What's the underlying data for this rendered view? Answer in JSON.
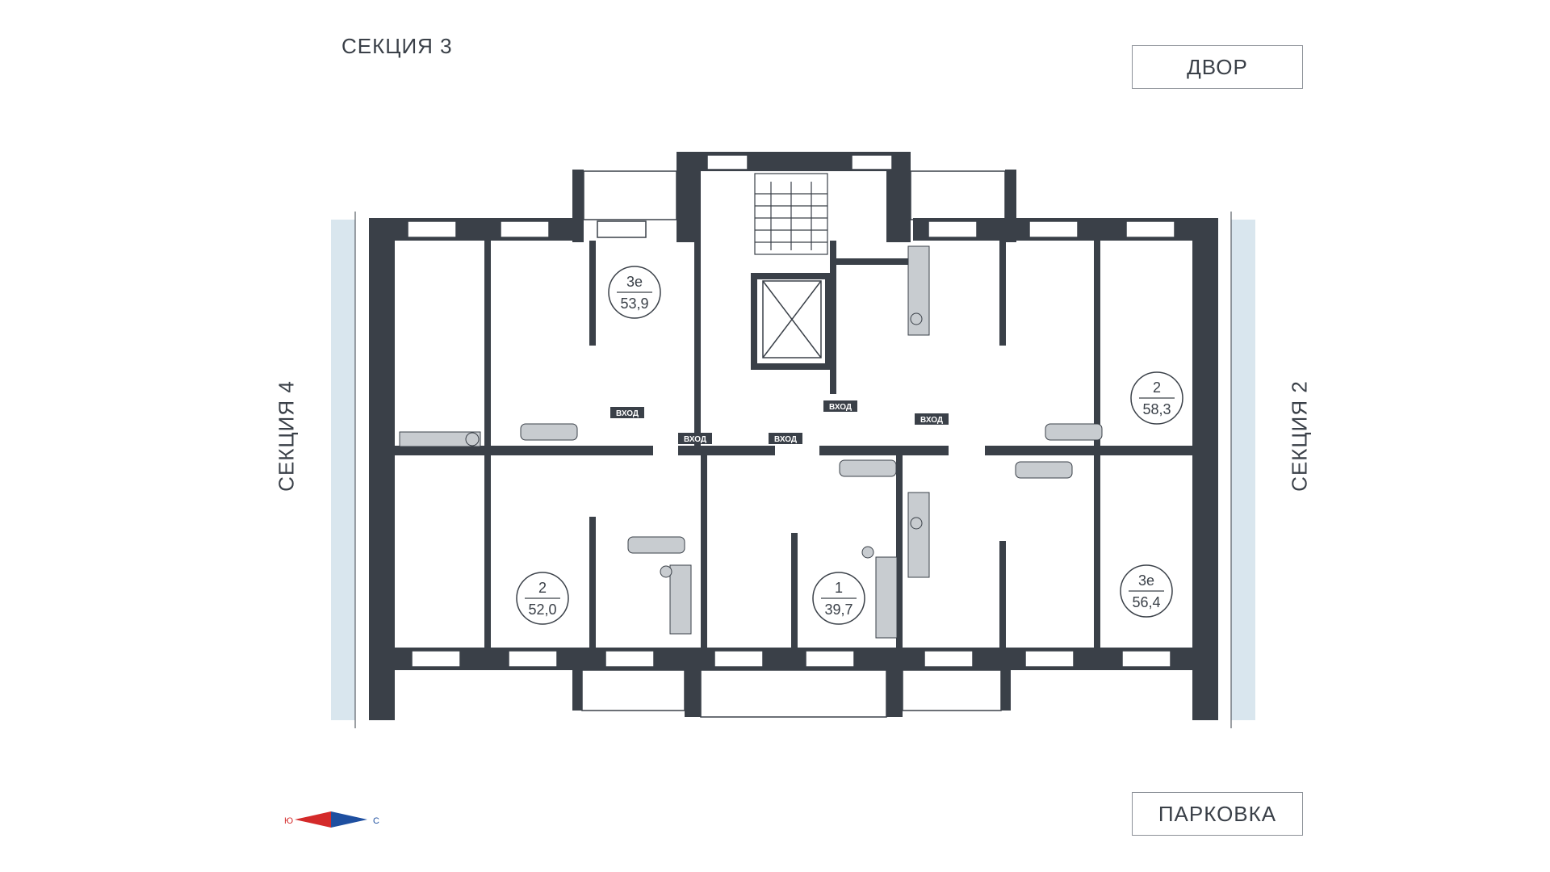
{
  "labels": {
    "section_top": "СЕКЦИЯ 3",
    "section_left": "СЕКЦИЯ 4",
    "section_right": "СЕКЦИЯ 2",
    "yard": "ДВОР",
    "parking": "ПАРКОВКА"
  },
  "entrance_label": "ВХОД",
  "apartments": [
    {
      "rooms": "3е",
      "area": "53,9"
    },
    {
      "rooms": "2",
      "area": "58,3"
    },
    {
      "rooms": "2",
      "area": "52,0"
    },
    {
      "rooms": "1",
      "area": "39,7"
    },
    {
      "rooms": "3е",
      "area": "56,4"
    }
  ],
  "compass": {
    "south": "Ю",
    "north": "С",
    "south_color": "#d42a2a",
    "north_color": "#1e4fa0"
  },
  "colors": {
    "wall": "#3a4048",
    "glazing": "#d9e6ee",
    "fixture": "#c8ccd0"
  }
}
